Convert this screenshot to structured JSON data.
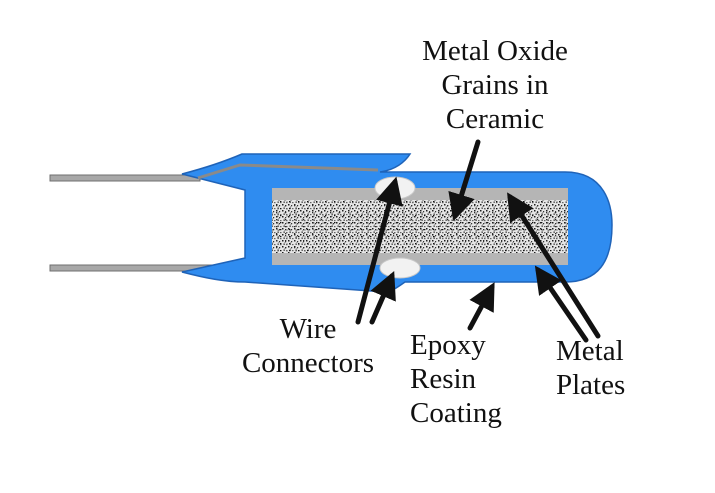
{
  "labels": {
    "grains": [
      "Metal Oxide",
      "Grains in",
      "Ceramic"
    ],
    "wire": [
      "Wire",
      "Connectors"
    ],
    "coating": [
      "Epoxy",
      "Resin",
      "Coating"
    ],
    "plates": [
      "Metal",
      "Plates"
    ]
  },
  "colors": {
    "coating": "#2f8cf0",
    "coating_outline": "#1f63b8",
    "plate": "#b5b5b5",
    "ceramic_light": "#e8e8e8",
    "ceramic_dark": "#2a2a2a",
    "wire": "#9a9a9a",
    "arrow": "#111111"
  }
}
